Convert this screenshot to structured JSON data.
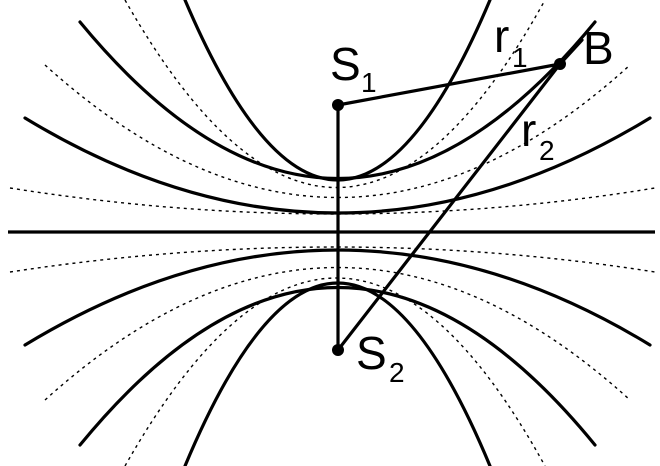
{
  "labels": {
    "s1_main": "S",
    "s1_sub": "1",
    "s2_main": "S",
    "s2_sub": "2",
    "r1_main": "r",
    "r1_sub": "1",
    "r2_main": "r",
    "r2_sub": "2",
    "b": "B"
  }
}
